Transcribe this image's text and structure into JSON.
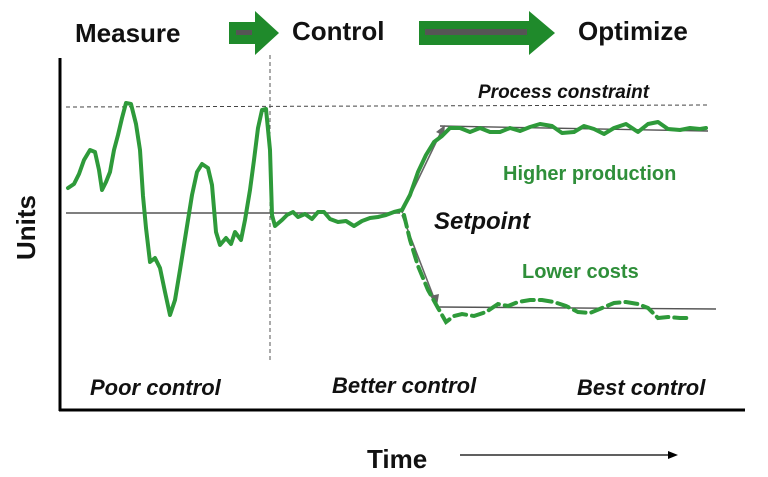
{
  "stages": [
    "Measure",
    "Control",
    "Optimize"
  ],
  "axis": {
    "x": "Time",
    "y": "Units"
  },
  "labels": {
    "process_constraint": "Process constraint",
    "setpoint": "Setpoint",
    "higher_production": "Higher production",
    "lower_costs": "Lower costs"
  },
  "control_levels": [
    "Poor control",
    "Better control",
    "Best control"
  ],
  "colors": {
    "arrow_green": "#1f8a2b",
    "line_green": "#2e9a3a",
    "text_green": "#2f8f3a",
    "text_dark": "#111111"
  }
}
